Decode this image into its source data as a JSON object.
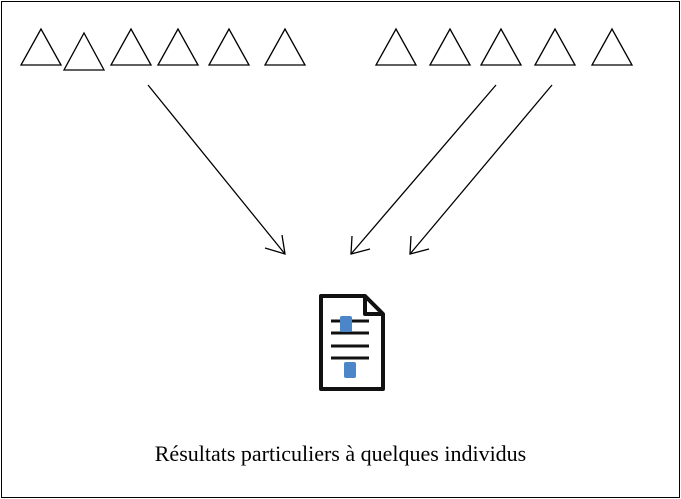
{
  "caption": "Résultats particuliers à quelques individus",
  "nodes": {
    "shape": "triangle",
    "outline_color": "#000000",
    "fill_color": "#ffffff",
    "left_group_count": 6,
    "right_group_count": 5,
    "arrow_sources_left_group": [
      4
    ],
    "arrow_sources_right_group": [
      3,
      4
    ]
  },
  "icon": {
    "name": "document-icon",
    "line_color": "#111111",
    "marker_color": "#4a86c8"
  },
  "colors": {
    "background": "#ffffff",
    "border": "#000000",
    "arrow": "#000000"
  }
}
